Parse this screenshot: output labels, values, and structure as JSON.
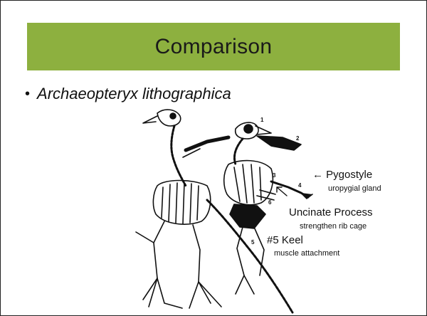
{
  "slide": {
    "title": "Comparison",
    "bullet": "Archaeopteryx lithographica",
    "figure_numbers": [
      "1",
      "2",
      "3",
      "4",
      "5",
      "6"
    ],
    "annotations": {
      "pygostyle": "← Pygostyle",
      "uropygial": "uropygial gland",
      "uncinate": "Uncinate Process",
      "strengthen": "strengthen rib cage",
      "keel": "#5 Keel",
      "muscle": "muscle attachment"
    }
  },
  "colors": {
    "title_bar": "#8db03f",
    "bone": "#111111"
  }
}
